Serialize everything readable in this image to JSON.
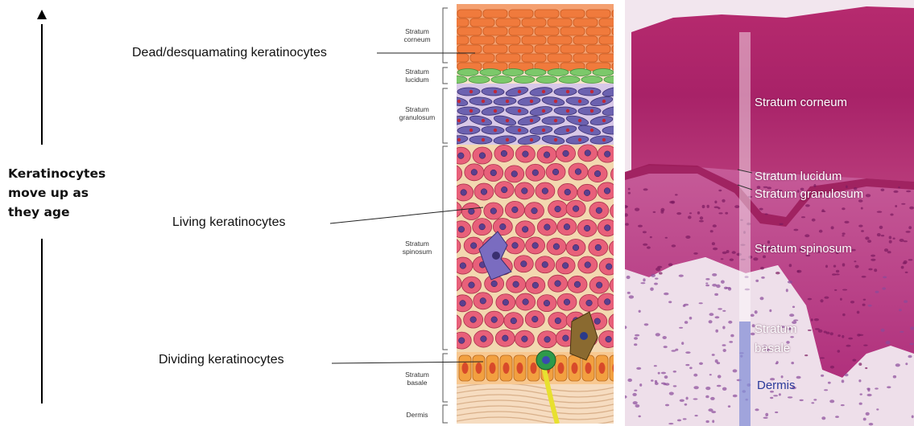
{
  "side_text": {
    "line1": "Keratinocytes",
    "line2": "move up as",
    "line3": "they age"
  },
  "callouts": {
    "dead": "Dead/desquamating keratinocytes",
    "living": "Living keratinocytes",
    "dividing": "Dividing keratinocytes"
  },
  "illustration_labels": {
    "corneum": [
      "Stratum",
      "corneum"
    ],
    "lucidum": [
      "Stratum",
      "lucidum"
    ],
    "granulosum": [
      "Stratum",
      "granulosum"
    ],
    "spinosum": [
      "Stratum",
      "spinosum"
    ],
    "basale": [
      "Stratum",
      "basale"
    ],
    "dermis": "Dermis"
  },
  "histology_labels": {
    "corneum": "Stratum corneum",
    "lucidum": "Stratum lucidum",
    "granulosum": "Stratum granulosum",
    "spinosum": "Stratum spinosum",
    "basale_1": "Stratum",
    "basale_2": "basale",
    "dermis": "Dermis"
  },
  "colors": {
    "corneum": "#f07a3c",
    "lucidum": "#7cc86a",
    "granulosum": "#6c62b0",
    "spinosum_cell": "#e8607a",
    "nucleus": "#5a3f8f",
    "basale": "#f2a040",
    "dermis": "#f6dcc0",
    "histo_top": "#b0286a",
    "histo_mid": "#c04a8c",
    "histo_dermis": "#ecdcea",
    "dermis_label": "#2a3a9a"
  }
}
